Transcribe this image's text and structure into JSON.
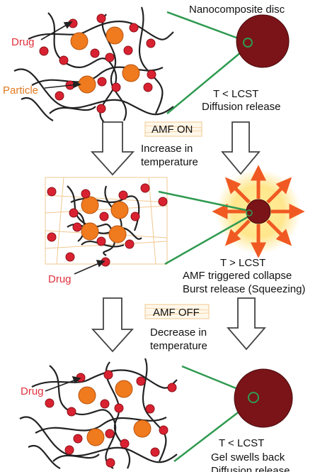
{
  "labels": {
    "disc_title": "Nanocomposite disc",
    "drug": "Drug",
    "particle": "Particle",
    "stage1_cond": "T < LCST",
    "stage1_release": "Diffusion release",
    "amf_on": "AMF ON",
    "increase_1": "Increase in",
    "increase_2": "temperature",
    "stage2_cond": "T > LCST",
    "stage2_collapse": "AMF triggered collapse",
    "stage2_release": "Burst release (Squeezing)",
    "amf_off": "AMF OFF",
    "decrease_1": "Decrease in",
    "decrease_2": "temperature",
    "stage3_cond": "T < LCST",
    "stage3_swell": "Gel swells back",
    "stage3_release": "Diffusion release"
  },
  "colors": {
    "drug_label": "#e0303b",
    "particle_label": "#e07a20",
    "drug_dot": "#d92231",
    "particle": "#f07a1e",
    "disc": "#7a1418",
    "pointer": "#2f9a50",
    "burst_arrow": "#f05a22",
    "burst_glow": "#ffd95a",
    "amf_box": "#f0c890"
  }
}
